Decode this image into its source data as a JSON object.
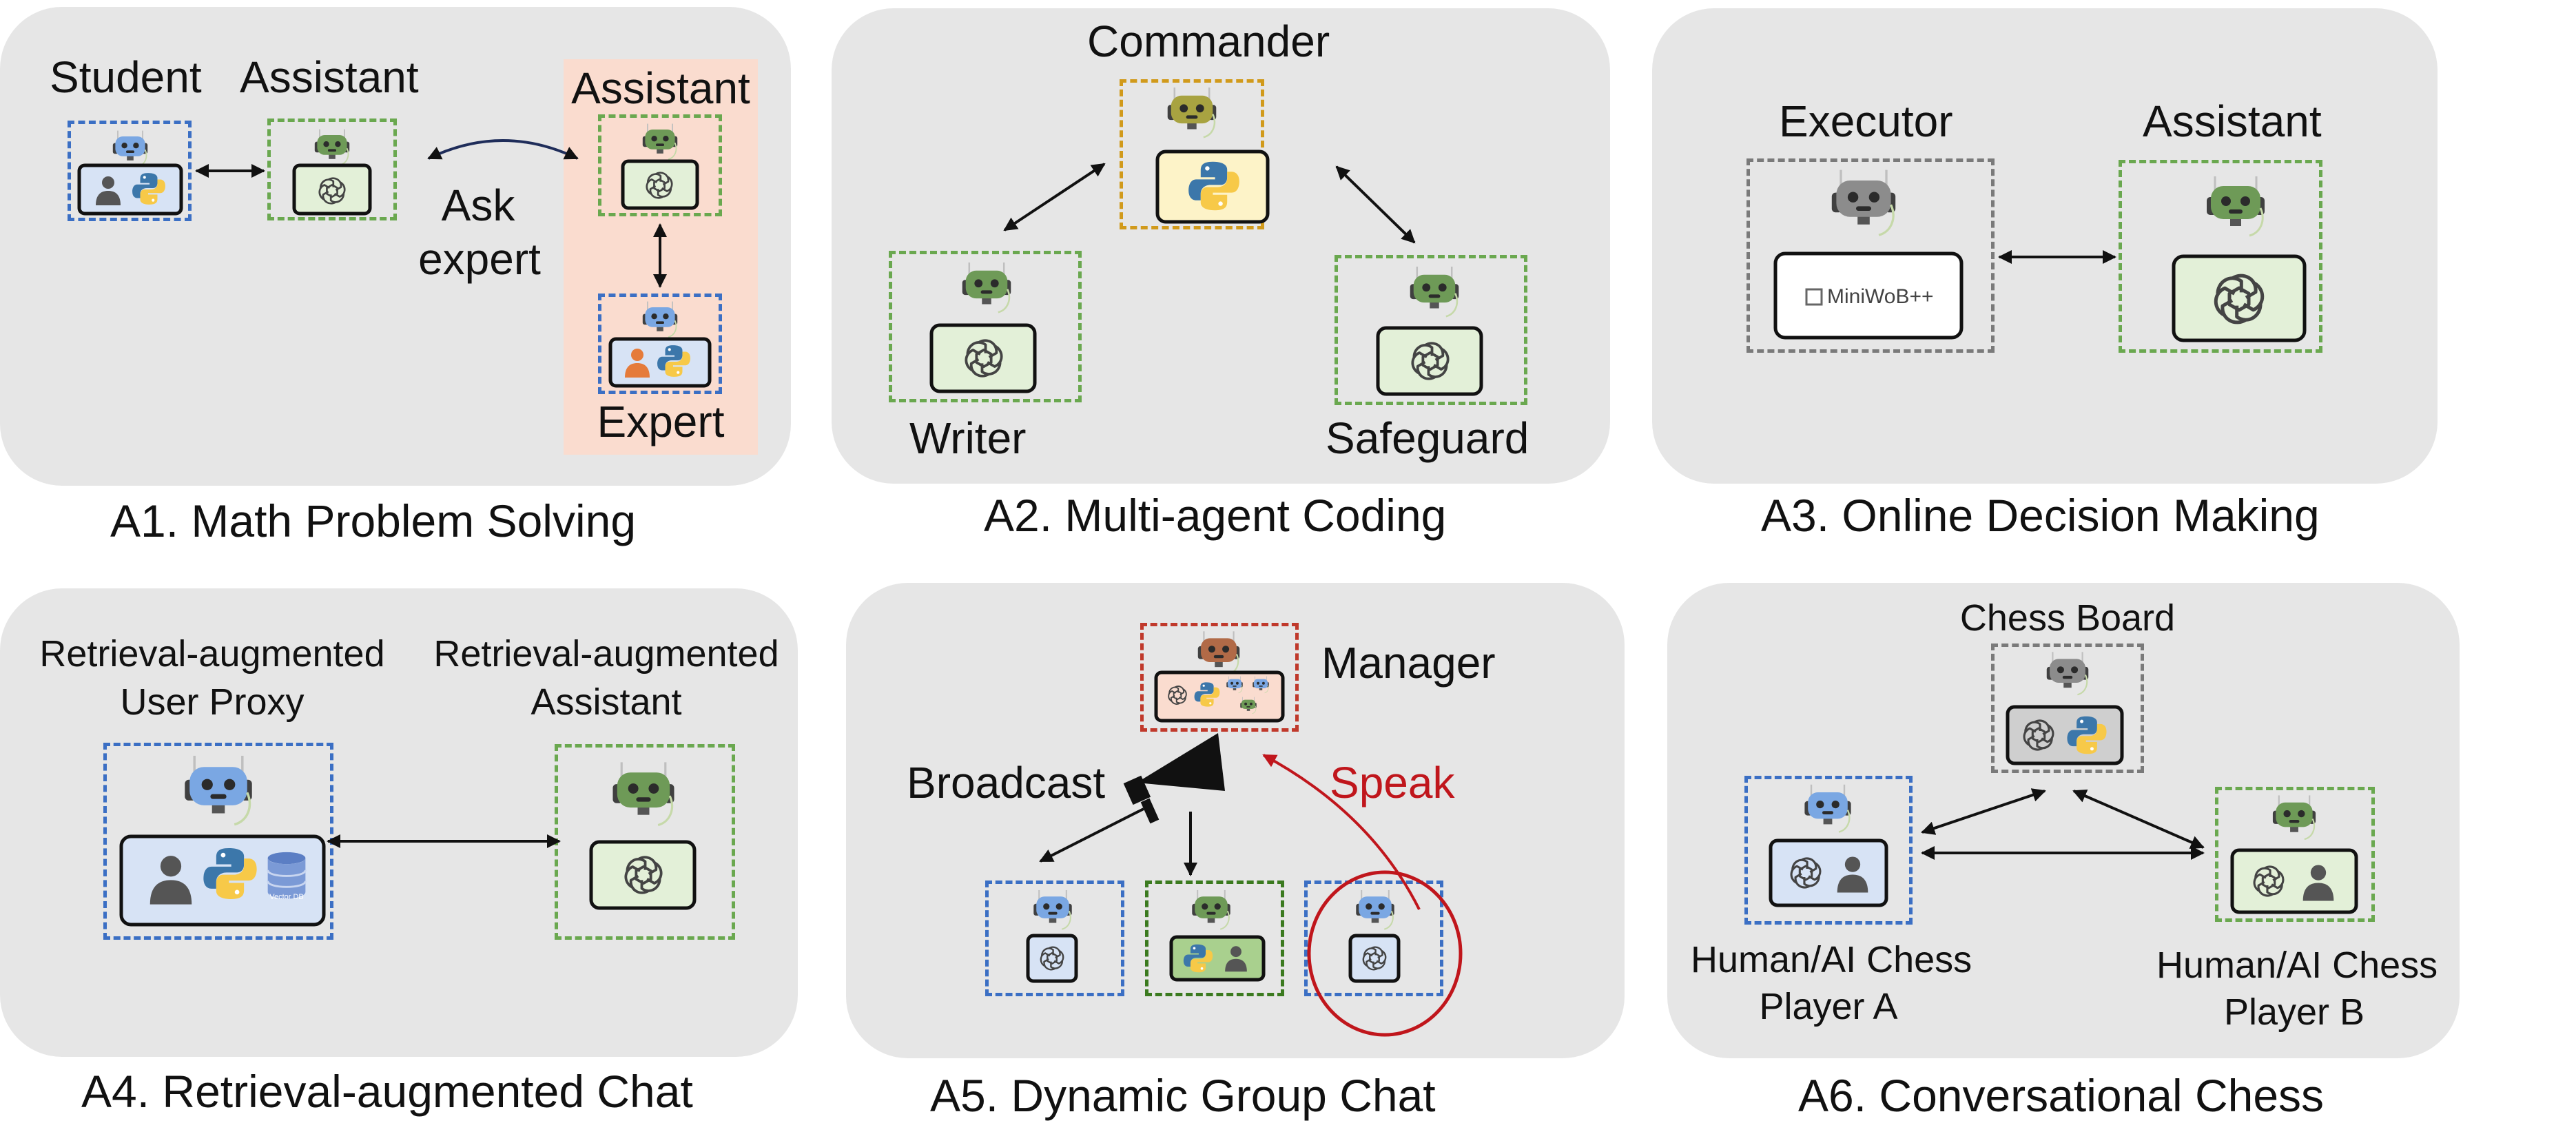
{
  "colors": {
    "panel_bg": "#e6e6e6",
    "blue_agent": "#7aa7e3",
    "green_agent": "#6e9a57",
    "yellow_agent": "#a8a341",
    "brown_agent": "#b16a47",
    "gray_agent": "#8c8c8c",
    "expert_bg": "#fadccf",
    "speak_red": "#c0161c"
  },
  "panels": {
    "a1": {
      "caption": "A1. Math Problem Solving",
      "student": "Student",
      "assistant": "Assistant",
      "ask_expert": [
        "Ask",
        "expert"
      ],
      "expert_assistant": "Assistant",
      "expert": "Expert"
    },
    "a2": {
      "caption": "A2. Multi-agent Coding",
      "commander": "Commander",
      "writer": "Writer",
      "safeguard": "Safeguard"
    },
    "a3": {
      "caption": "A3. Online Decision Making",
      "executor": "Executor",
      "assistant": "Assistant",
      "miniwob": "MiniWoB++"
    },
    "a4": {
      "caption": "A4. Retrieval-augmented Chat",
      "user_proxy": [
        "Retrieval-augmented",
        "User Proxy"
      ],
      "assistant": [
        "Retrieval-augmented",
        "Assistant"
      ],
      "vector_db": "Vector DB"
    },
    "a5": {
      "caption": "A5. Dynamic Group Chat",
      "manager": "Manager",
      "broadcast": "Broadcast",
      "speak": "Speak"
    },
    "a6": {
      "caption": "A6. Conversational Chess",
      "chess_board": "Chess Board",
      "player_a": [
        "Human/AI Chess",
        "Player A"
      ],
      "player_b": [
        "Human/AI Chess",
        "Player B"
      ]
    }
  },
  "icons": [
    "robot-icon",
    "openai-logo-icon",
    "python-logo-icon",
    "human-icon",
    "database-icon",
    "megaphone-icon"
  ]
}
